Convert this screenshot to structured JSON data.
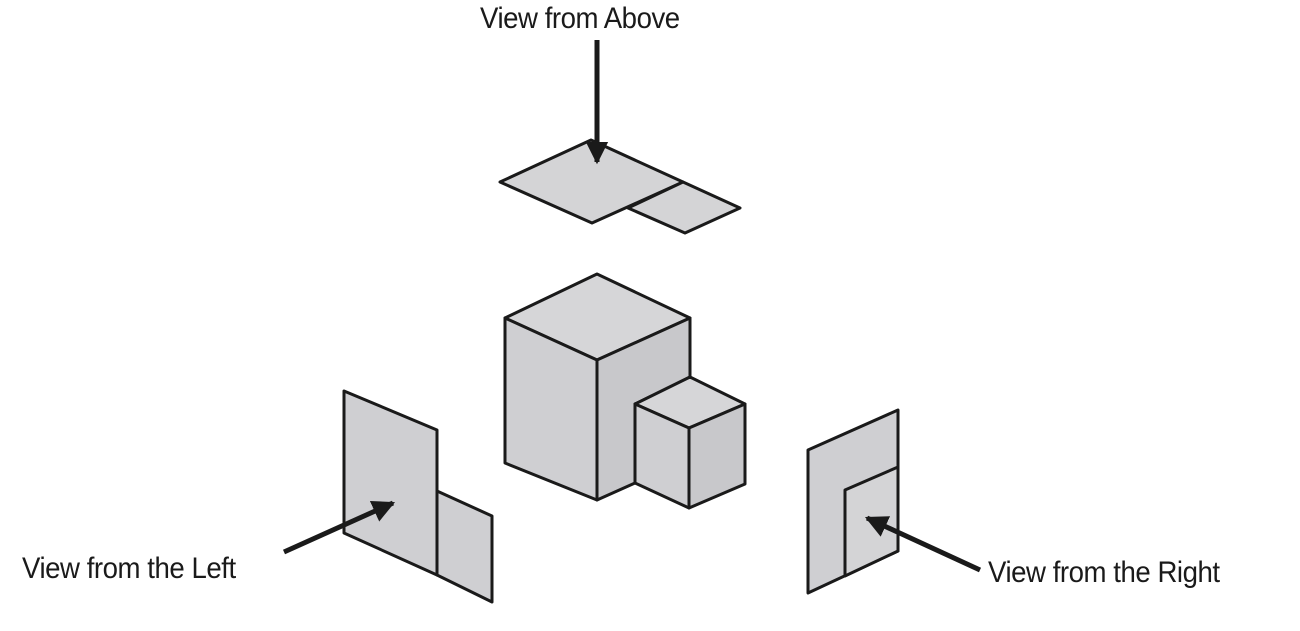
{
  "labels": {
    "above": "View from Above",
    "left": "View from the Left",
    "right": "View from the Right"
  },
  "colors": {
    "face_fill": "#d4d4d6",
    "side_fill": "#c9c9cc",
    "outline": "#1a1a1a",
    "background": "#ffffff"
  }
}
